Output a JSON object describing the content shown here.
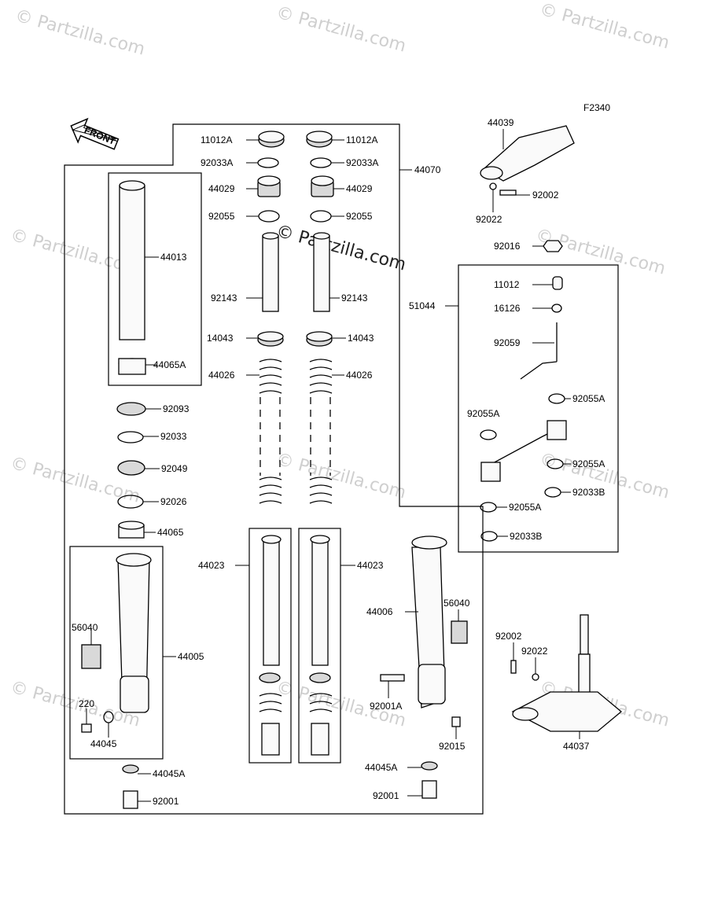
{
  "watermark": "© Partzilla.com",
  "figure_code": "F2340",
  "front_label": "FRONT",
  "labels": {
    "p11012A_l": "11012A",
    "p11012A_r": "11012A",
    "p92033A_l": "92033A",
    "p92033A_r": "92033A",
    "p44029_l": "44029",
    "p44029_r": "44029",
    "p92055_l": "92055",
    "p92055_r": "92055",
    "p44070": "44070",
    "p44013": "44013",
    "p92143_l": "92143",
    "p92143_r": "92143",
    "p14043_l": "14043",
    "p14043_r": "14043",
    "p44065A": "44065A",
    "p44026_l": "44026",
    "p44026_r": "44026",
    "p92093": "92093",
    "p92033": "92033",
    "p92049": "92049",
    "p92026": "92026",
    "p44065": "44065",
    "p44023_l": "44023",
    "p44023_r": "44023",
    "p56040_l": "56040",
    "p56040_r": "56040",
    "p44005": "44005",
    "p44006": "44006",
    "p220": "220",
    "p44045": "44045",
    "p44045A_l": "44045A",
    "p44045A_r": "44045A",
    "p92001_l": "92001",
    "p92001_r": "92001",
    "p92001A": "92001A",
    "p92015": "92015",
    "p44039": "44039",
    "p92002_t": "92002",
    "p92022_t": "92022",
    "p92016": "92016",
    "p51044": "51044",
    "p11012": "11012",
    "p16126": "16126",
    "p92059": "92059",
    "p92055A_1": "92055A",
    "p92055A_2": "92055A",
    "p92055A_3": "92055A",
    "p92055A_4": "92055A",
    "p92033B_1": "92033B",
    "p92033B_2": "92033B",
    "p92002_b": "92002",
    "p92022_b": "92022",
    "p44037": "44037"
  }
}
